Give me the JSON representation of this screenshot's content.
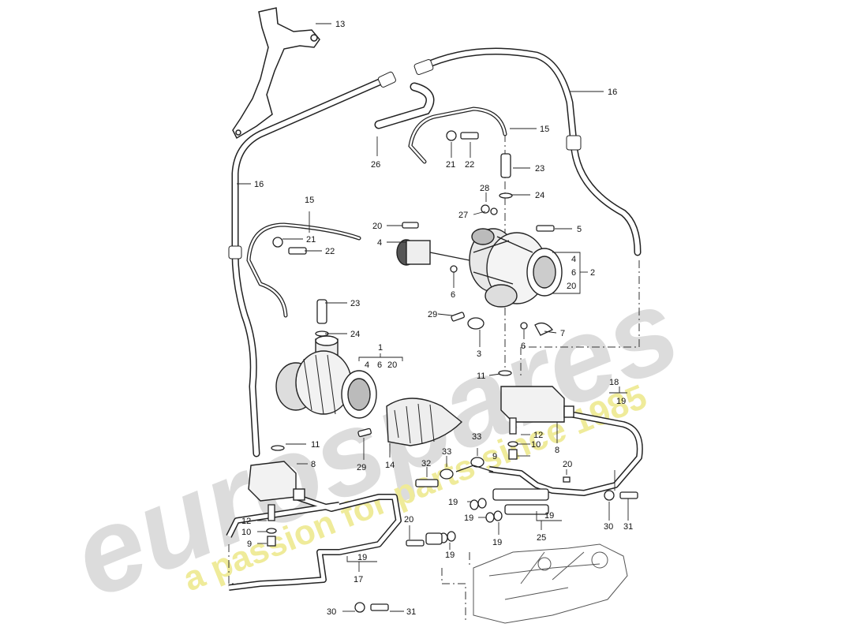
{
  "watermark": {
    "brand": "eurospares",
    "tagline": "a passion for parts since 1985",
    "brand_color": "#dcdcdc",
    "tagline_color": "#efeb9a"
  },
  "callouts": {
    "c13": "13",
    "c16a": "16",
    "c16b": "16",
    "c15a": "15",
    "c15b": "15",
    "c26": "26",
    "c21a": "21",
    "c22a": "22",
    "c21b": "21",
    "c22b": "22",
    "c23a": "23",
    "c24a": "24",
    "c23b": "23",
    "c24b": "24",
    "c28": "28",
    "c27": "27",
    "c20a": "20",
    "c4a": "4",
    "c5": "5",
    "c4b": "4",
    "c6b": "6",
    "c2": "2",
    "c20b": "20",
    "c6a": "6",
    "c29a": "29",
    "c3": "3",
    "c6c": "6",
    "c7": "7",
    "c1": "1",
    "c4c": "4",
    "c6d": "6",
    "c20c": "20",
    "c11a": "11",
    "c18": "18",
    "c19a": "19",
    "c11b": "11",
    "c8a": "8",
    "c12a": "12",
    "c10a": "10",
    "c9a": "9",
    "c8b": "8",
    "c29b": "29",
    "c14": "14",
    "c33a": "33",
    "c33b": "33",
    "c32": "32",
    "c20d": "20",
    "c19b": "19",
    "c19c": "19",
    "c19d": "19",
    "c25": "25",
    "c12b": "12",
    "c10b": "10",
    "c9b": "9",
    "c20e": "20",
    "c19e": "19",
    "c19f": "19",
    "c17": "17",
    "c30a": "30",
    "c31a": "31",
    "c30b": "30",
    "c31b": "31"
  }
}
